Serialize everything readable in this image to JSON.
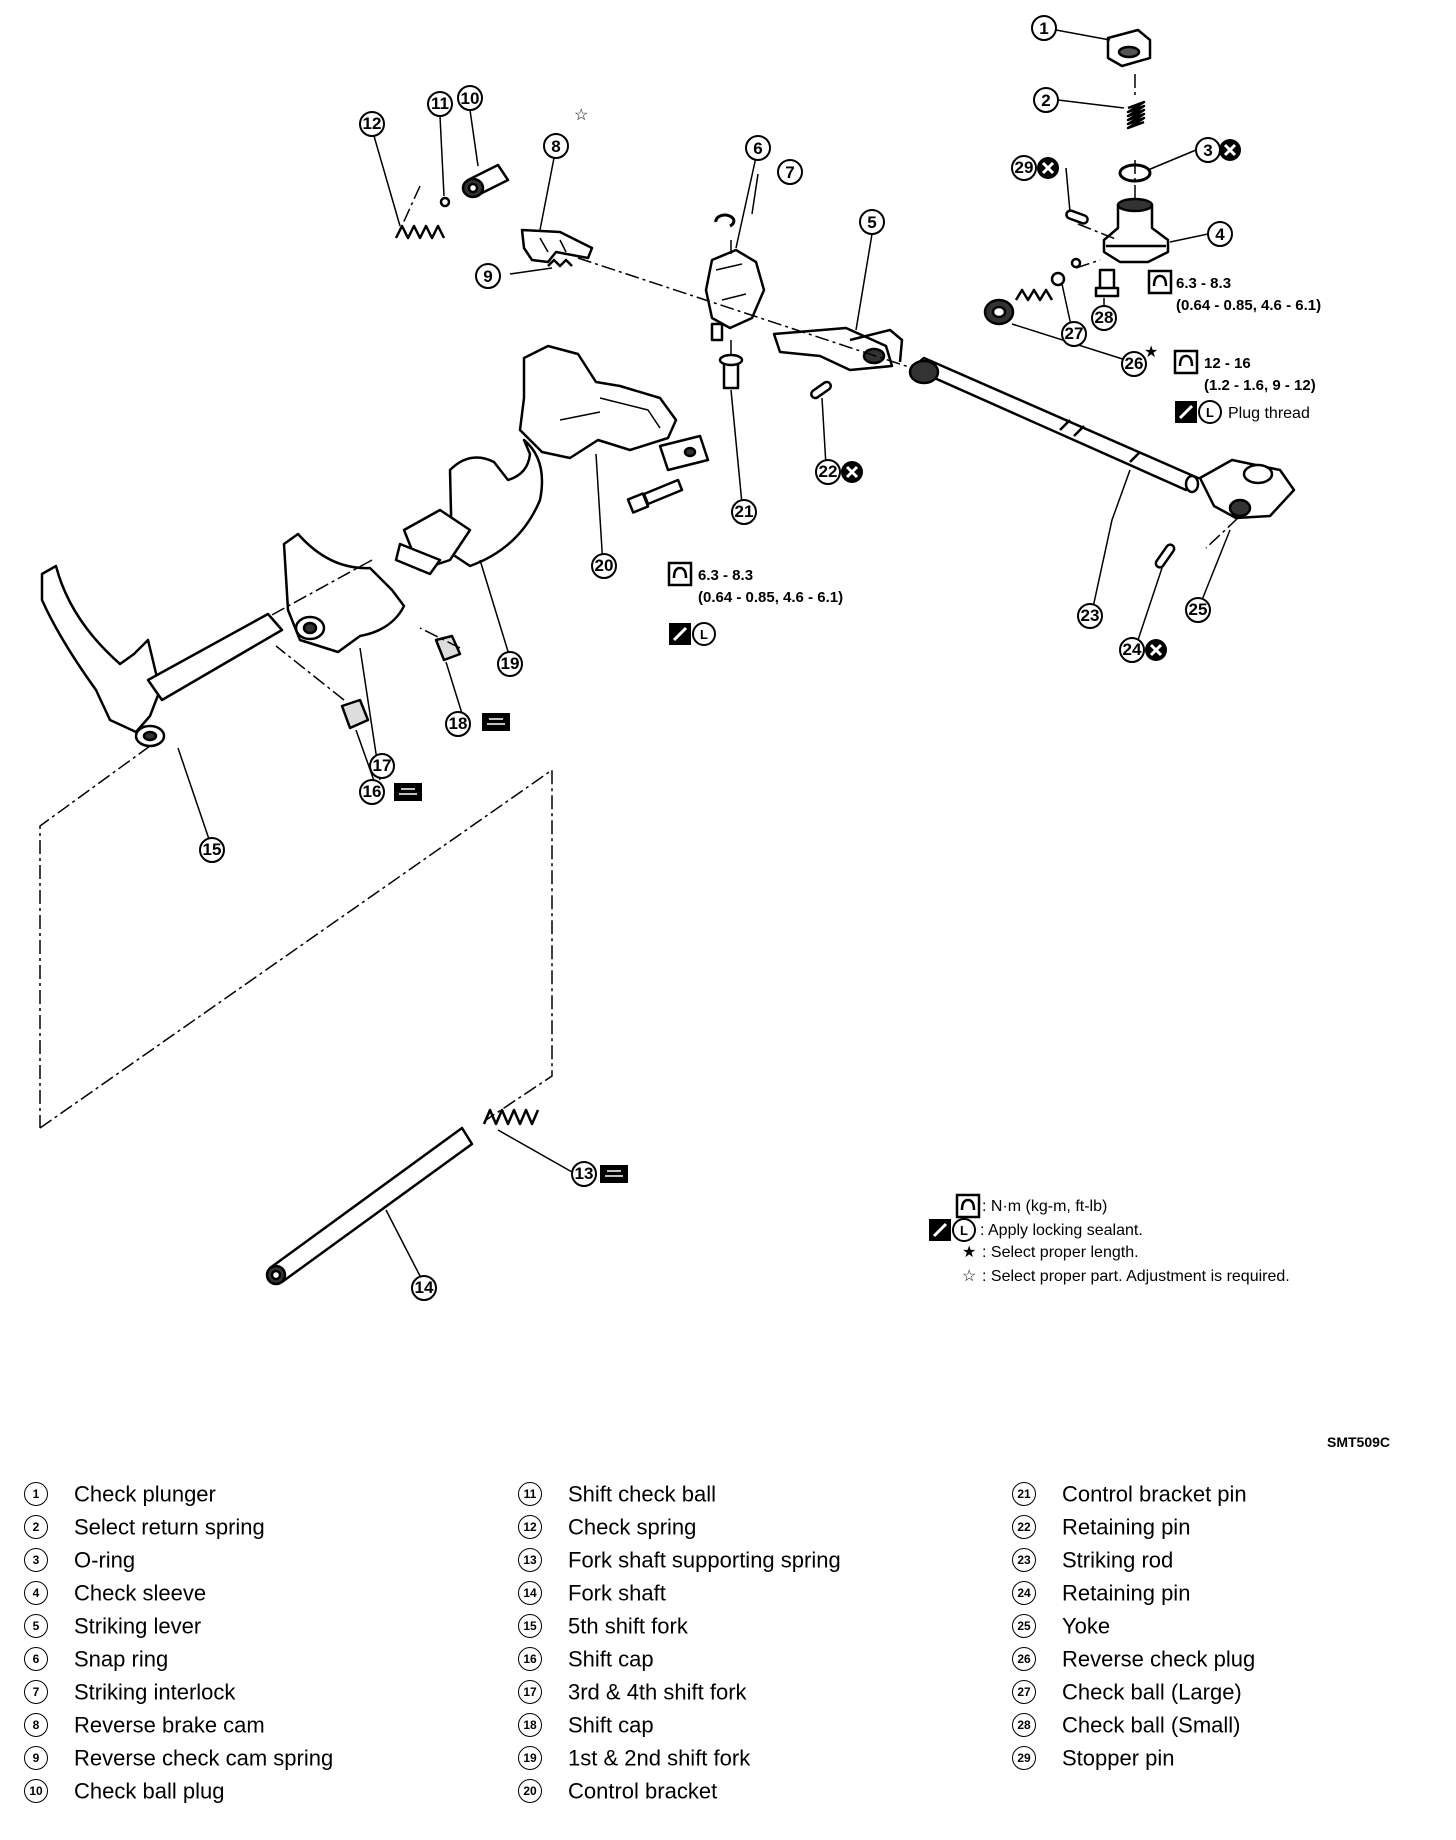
{
  "callouts": [
    "1",
    "2",
    "3",
    "4",
    "5",
    "6",
    "7",
    "8",
    "9",
    "10",
    "11",
    "12",
    "13",
    "14",
    "15",
    "16",
    "17",
    "18",
    "19",
    "20",
    "21",
    "22",
    "23",
    "24",
    "25",
    "26",
    "27",
    "28",
    "29"
  ],
  "star_outline": "☆",
  "star_solid": "★",
  "specs": {
    "s1_line1": "6.3 - 8.3",
    "s1_line2": "(0.64 - 0.85, 4.6 - 6.1)",
    "s2_line1": "12 - 16",
    "s2_line2": "(1.2 - 1.6, 9 - 12)",
    "s2_line3": "Plug thread",
    "s3_line1": "6.3 - 8.3",
    "s3_line2": "(0.64 - 0.85, 4.6 - 6.1)"
  },
  "legend": {
    "torque": ": N·m (kg-m, ft-lb)",
    "sealant": ": Apply locking sealant.",
    "select_length": ": Select proper length.",
    "select_part": ": Select proper part. Adjustment is required."
  },
  "figure_code": "SMT509C",
  "parts": [
    {
      "num": "1",
      "name": "Check plunger"
    },
    {
      "num": "2",
      "name": "Select return spring"
    },
    {
      "num": "3",
      "name": "O-ring"
    },
    {
      "num": "4",
      "name": "Check sleeve"
    },
    {
      "num": "5",
      "name": "Striking lever"
    },
    {
      "num": "6",
      "name": "Snap ring"
    },
    {
      "num": "7",
      "name": "Striking interlock"
    },
    {
      "num": "8",
      "name": "Reverse brake cam"
    },
    {
      "num": "9",
      "name": "Reverse check cam spring"
    },
    {
      "num": "10",
      "name": "Check ball plug"
    },
    {
      "num": "11",
      "name": "Shift check ball"
    },
    {
      "num": "12",
      "name": "Check spring"
    },
    {
      "num": "13",
      "name": "Fork shaft supporting spring"
    },
    {
      "num": "14",
      "name": "Fork shaft"
    },
    {
      "num": "15",
      "name": "5th shift fork"
    },
    {
      "num": "16",
      "name": "Shift cap"
    },
    {
      "num": "17",
      "name": "3rd & 4th shift fork"
    },
    {
      "num": "18",
      "name": "Shift cap"
    },
    {
      "num": "19",
      "name": "1st & 2nd shift fork"
    },
    {
      "num": "20",
      "name": "Control bracket"
    },
    {
      "num": "21",
      "name": "Control bracket pin"
    },
    {
      "num": "22",
      "name": "Retaining pin"
    },
    {
      "num": "23",
      "name": "Striking rod"
    },
    {
      "num": "24",
      "name": "Retaining pin"
    },
    {
      "num": "25",
      "name": "Yoke"
    },
    {
      "num": "26",
      "name": "Reverse check plug"
    },
    {
      "num": "27",
      "name": "Check ball (Large)"
    },
    {
      "num": "28",
      "name": "Check ball (Small)"
    },
    {
      "num": "29",
      "name": "Stopper pin"
    }
  ]
}
